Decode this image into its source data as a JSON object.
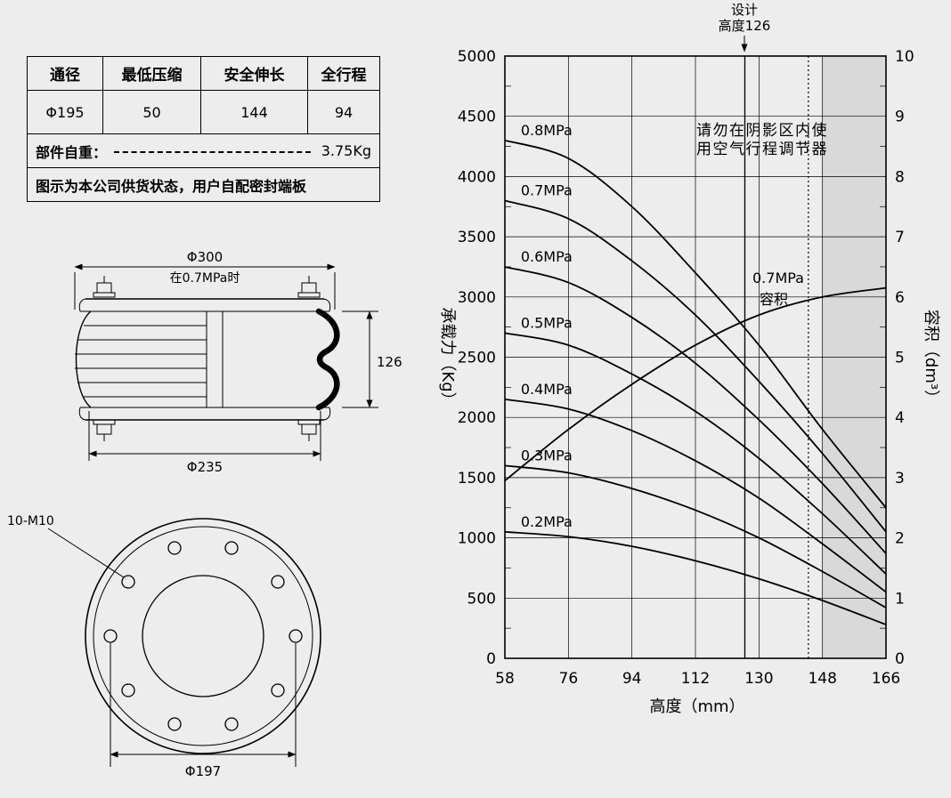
{
  "colors": {
    "background": "#ededed",
    "shaded_region": "#d9d9d9",
    "ink": "#000000"
  },
  "spec_table": {
    "headers": [
      "通径",
      "最低压缩",
      "安全伸长",
      "全行程"
    ],
    "values": [
      "Φ195",
      "50",
      "144",
      "94"
    ],
    "weight_label": "部件自重：",
    "weight_value": "3.75Kg",
    "note": "图示为本公司供货状态，用户自配密封端板"
  },
  "side_view": {
    "dim_diameter_top": "Φ300",
    "dim_condition": "在0.7MPa时",
    "dim_height": "126",
    "dim_diameter_bottom": "Φ235"
  },
  "flange_view": {
    "bolt_spec": "10-M10",
    "dim_bolt_circle": "Φ197"
  },
  "chart": {
    "design_label_line1": "设计",
    "design_label_line2": "高度126",
    "warning_line1": "请勿在阴影区内使",
    "warning_line2": "用空气行程调节器",
    "volume_label_line1": "0.7MPa",
    "volume_label_line2": "容积",
    "xlabel": "高度（mm）",
    "ylabel_left": "承载力（Kg）",
    "ylabel_right": "容积（dm³）"
  },
  "chart_data": {
    "type": "line",
    "title": "",
    "xlabel": "高度（mm）",
    "ylabel_left": "承载力（Kg）",
    "ylabel_right": "容积（dm³）",
    "x": [
      58,
      76,
      94,
      112,
      130,
      148,
      166
    ],
    "x_ticks": [
      58,
      76,
      94,
      112,
      130,
      148,
      166
    ],
    "y_ticks_left": [
      0,
      500,
      1000,
      1500,
      2000,
      2500,
      3000,
      3500,
      4000,
      4500,
      5000
    ],
    "y_ticks_right": [
      0,
      1,
      2,
      3,
      4,
      5,
      6,
      7,
      8,
      9,
      10
    ],
    "xlim": [
      58,
      166
    ],
    "ylim_left": [
      0,
      5000
    ],
    "ylim_right": [
      0,
      10
    ],
    "grid": true,
    "design_height": 126,
    "safe_extension_line": 144,
    "shaded_region": [
      148,
      166
    ],
    "series": [
      {
        "name": "0.8MPa",
        "axis": "left",
        "values": [
          4300,
          4150,
          3750,
          3200,
          2600,
          1900,
          1250
        ]
      },
      {
        "name": "0.7MPa",
        "axis": "left",
        "values": [
          3800,
          3650,
          3300,
          2850,
          2300,
          1700,
          1050
        ]
      },
      {
        "name": "0.6MPa",
        "axis": "left",
        "values": [
          3250,
          3120,
          2830,
          2450,
          1980,
          1450,
          870
        ]
      },
      {
        "name": "0.5MPa",
        "axis": "left",
        "values": [
          2700,
          2600,
          2360,
          2050,
          1660,
          1200,
          700
        ]
      },
      {
        "name": "0.4MPa",
        "axis": "left",
        "values": [
          2150,
          2070,
          1890,
          1640,
          1330,
          950,
          550
        ]
      },
      {
        "name": "0.3MPa",
        "axis": "left",
        "values": [
          1600,
          1540,
          1410,
          1230,
          1000,
          720,
          420
        ]
      },
      {
        "name": "0.2MPa",
        "axis": "left",
        "values": [
          1050,
          1010,
          930,
          810,
          660,
          480,
          280
        ]
      },
      {
        "name": "0.7MPa容积",
        "axis": "right",
        "values": [
          2.95,
          3.8,
          4.55,
          5.2,
          5.7,
          6.0,
          6.15
        ]
      }
    ]
  }
}
